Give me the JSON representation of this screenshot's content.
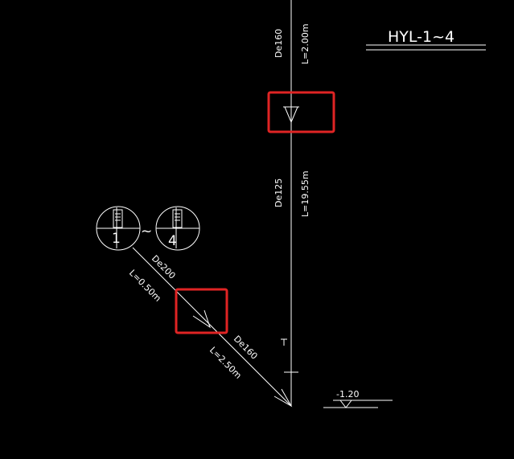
{
  "drawing": {
    "title": "HYL-1~4",
    "background_color": "#000000",
    "line_color": "#ffffff",
    "highlight_color": "#e02424",
    "vertical_pipe": {
      "upper_segment": {
        "diameter": "De160",
        "length": "L=2.00m"
      },
      "lower_segment": {
        "diameter": "De125",
        "length": "L=19.55m"
      }
    },
    "diagonal_pipe": {
      "upper_segment": {
        "diameter": "De200",
        "length": "L=0.50m"
      },
      "lower_segment": {
        "diameter": "De160",
        "length": "L=2.50m"
      }
    },
    "elevation": "-1.20",
    "inlet_symbols": {
      "first": "1",
      "separator": "~",
      "last": "4"
    },
    "highlight_boxes": [
      "vertical-flow-marker",
      "diagonal-flow-marker"
    ]
  }
}
